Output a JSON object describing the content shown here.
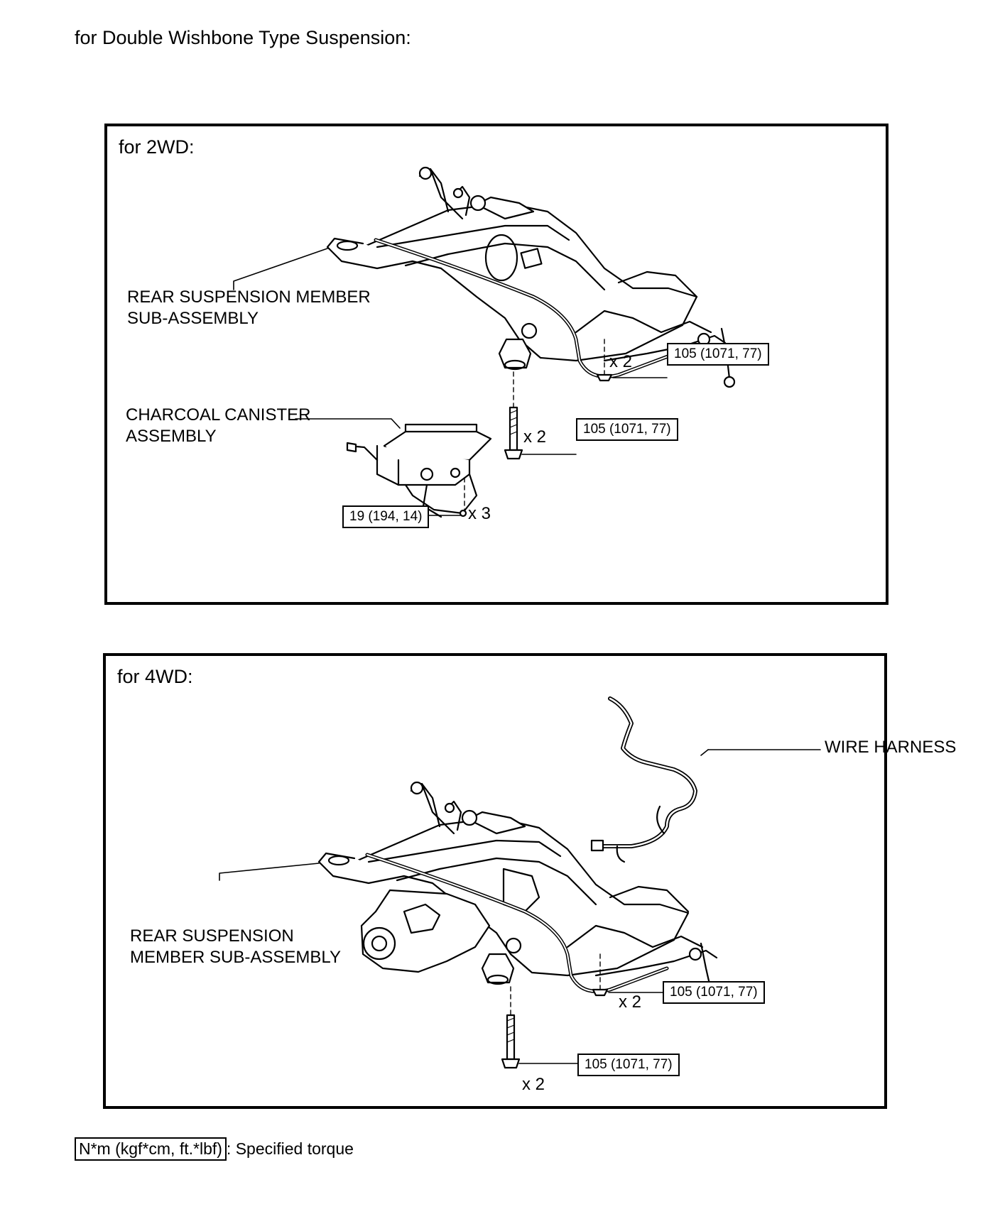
{
  "page_title": "for Double Wishbone Type Suspension:",
  "panel_2wd": {
    "title": "for 2WD:",
    "member_label": [
      "REAR SUSPENSION MEMBER",
      "SUB-ASSEMBLY"
    ],
    "canister_label": [
      "CHARCOAL CANISTER",
      "ASSEMBLY"
    ],
    "torque_nut": "105 (1071, 77)",
    "qty_nut": "x 2",
    "torque_bolt": "105 (1071, 77)",
    "qty_bolt": "x 2",
    "torque_canister": "19 (194, 14)",
    "qty_canister": "x 3"
  },
  "panel_4wd": {
    "title": "for 4WD:",
    "wire_label": "WIRE HARNESS",
    "member_label": [
      "REAR SUSPENSION",
      "MEMBER SUB-ASSEMBLY"
    ],
    "torque_nut": "105 (1071, 77)",
    "qty_nut": "x 2",
    "torque_bolt": "105 (1071, 77)",
    "qty_bolt": "x 2"
  },
  "legend": {
    "unit": "N*m (kgf*cm, ft.*lbf)",
    "text": ": Specified torque"
  }
}
